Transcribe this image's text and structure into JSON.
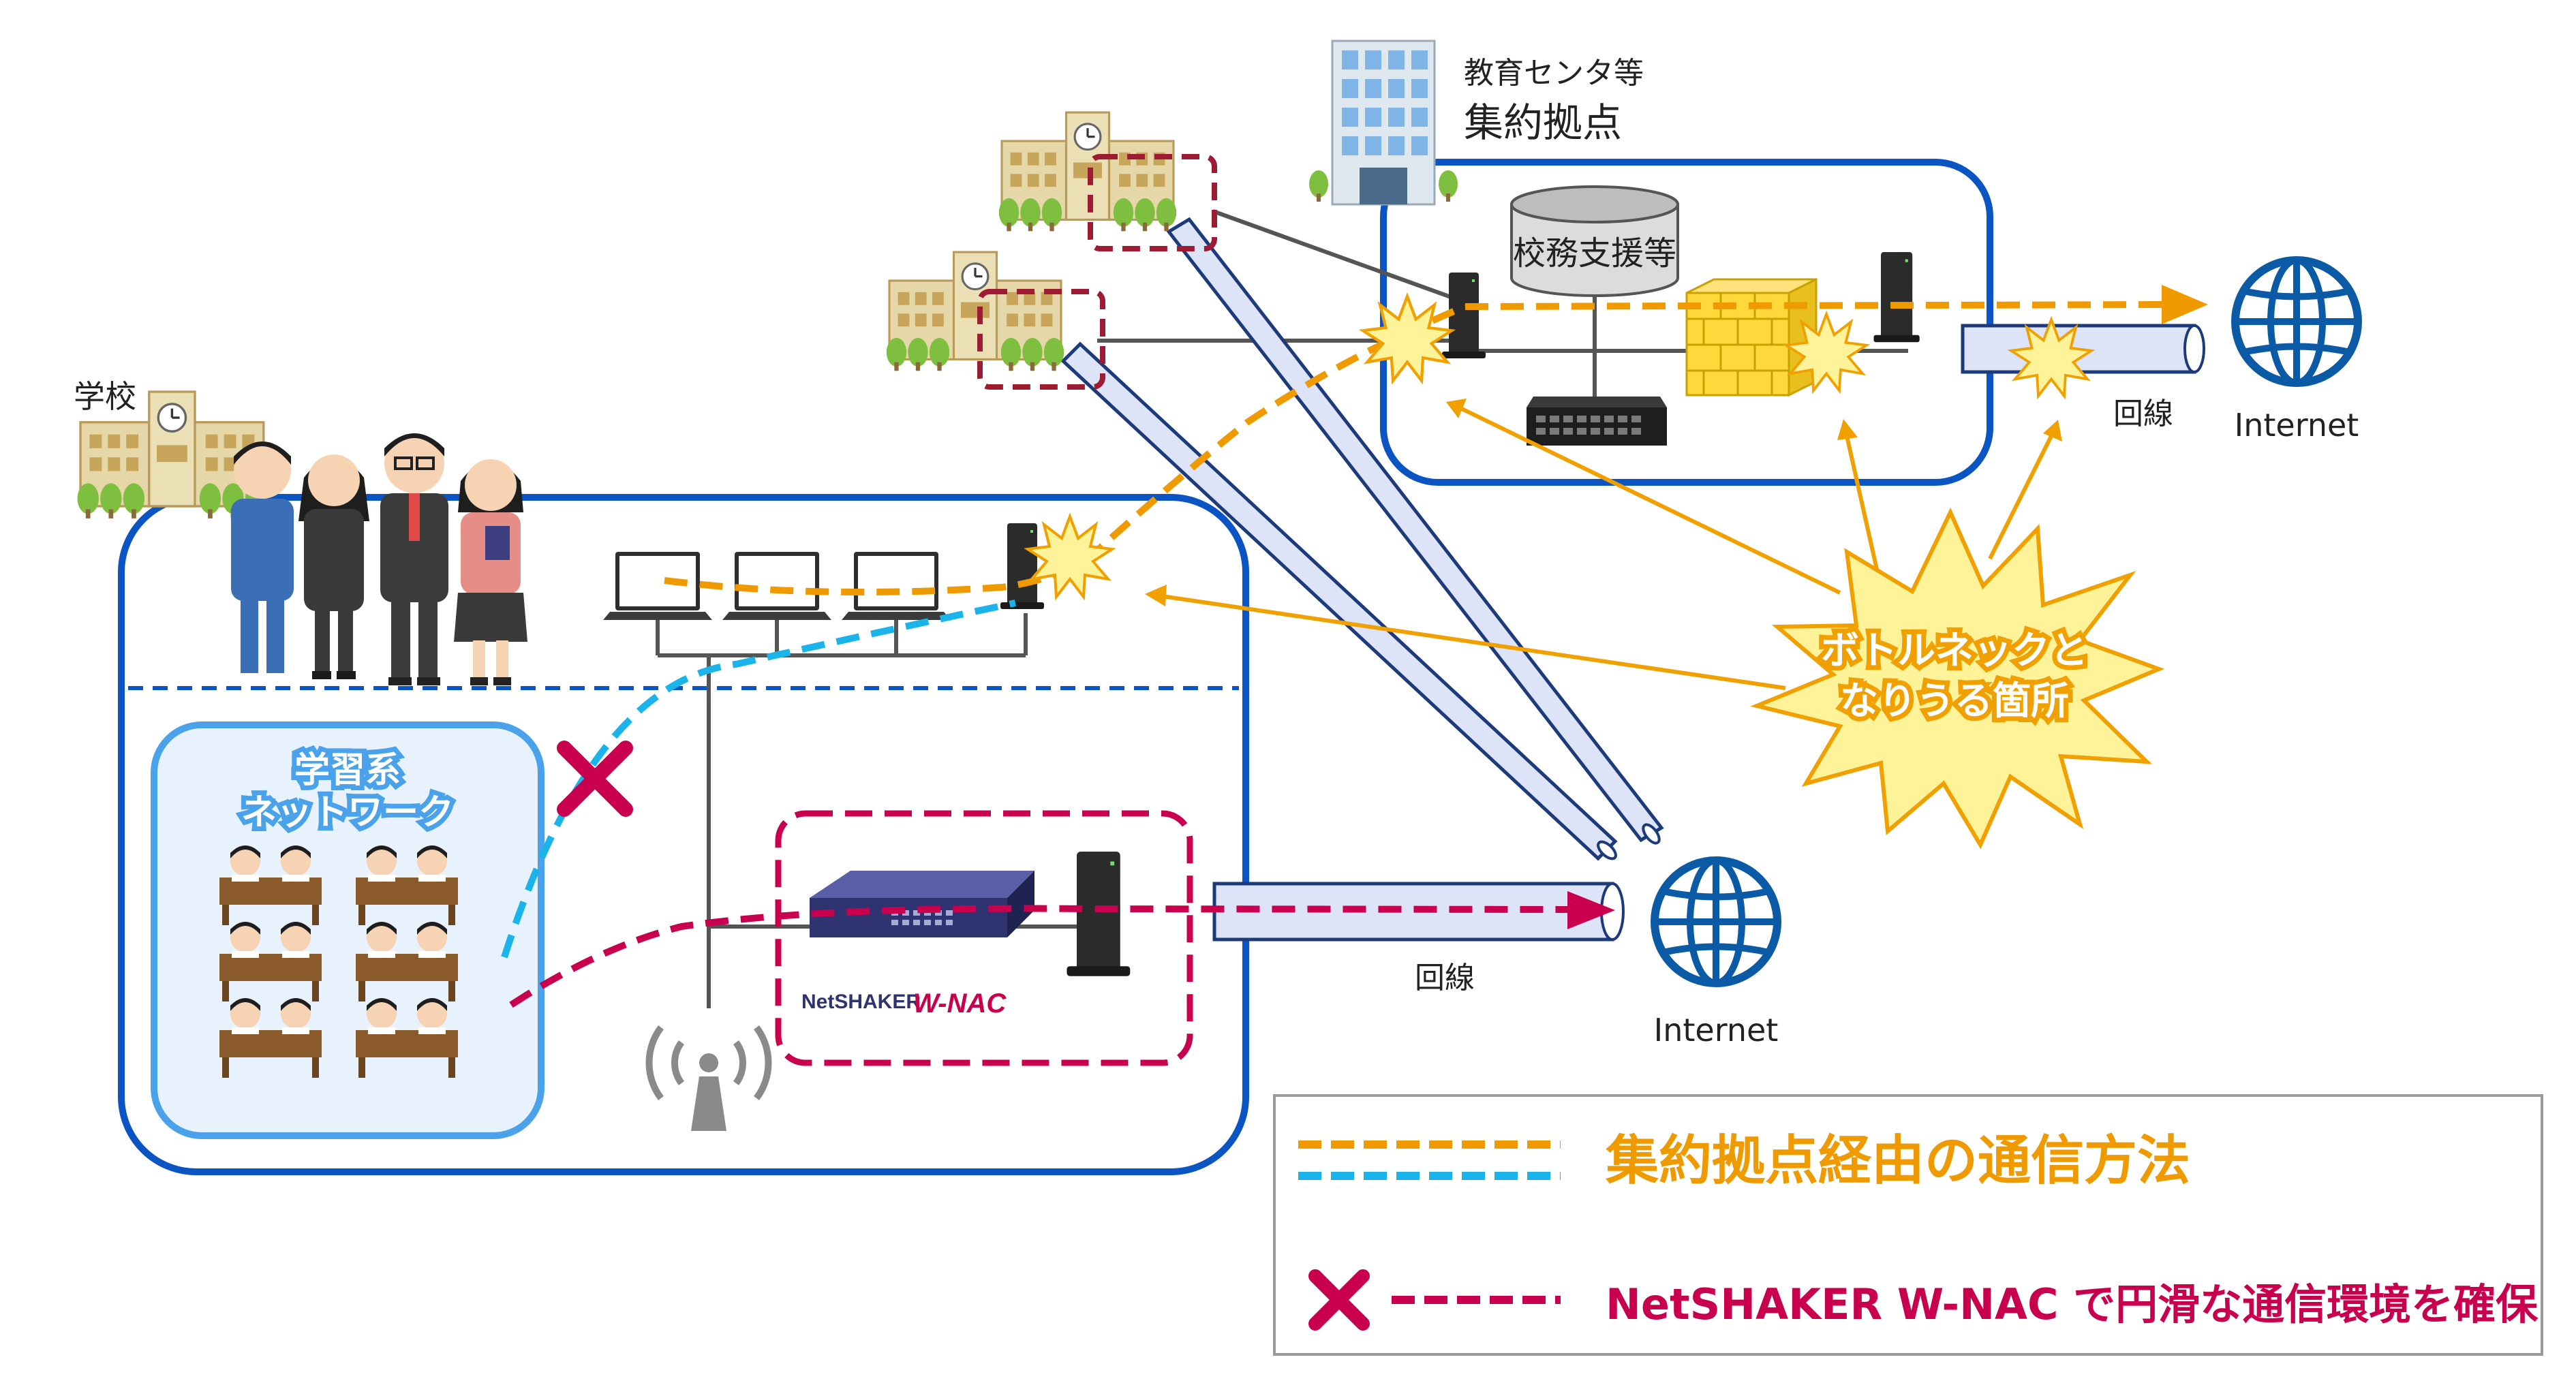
{
  "labels": {
    "school": "学校",
    "center_small": "教育センタ等",
    "center_large": "集約拠点",
    "server": "校務支援等",
    "line_top": "回線",
    "line_bottom": "回線",
    "internet_top": "Internet",
    "internet_bottom": "Internet",
    "learning_line1": "学習系",
    "learning_line2": "ネットワーク",
    "bottleneck_line1": "ボトルネックと",
    "bottleneck_line2": "なりうる箇所",
    "product_logo_net": "NetSHAKER",
    "product_logo_wnac": "W-NAC"
  },
  "legend": {
    "item1": "集約拠点経由の通信方法",
    "item2": "NetSHAKER W-NAC で円滑な通信環境を確保"
  },
  "colors": {
    "orange_path": "#ee9a00",
    "cyan_path": "#1ab4ea",
    "red_path": "#c8004e",
    "school_network_border": "#0a54c4",
    "center_border": "#0a54c4",
    "learning_box": "#4aa3ea",
    "globe": "#0a5aa5",
    "bottleneck_fill": "#fff39a",
    "bottleneck_stroke": "#f0a000",
    "tube_fill": "#dde4f7",
    "tube_stroke": "#1d3a7a"
  }
}
